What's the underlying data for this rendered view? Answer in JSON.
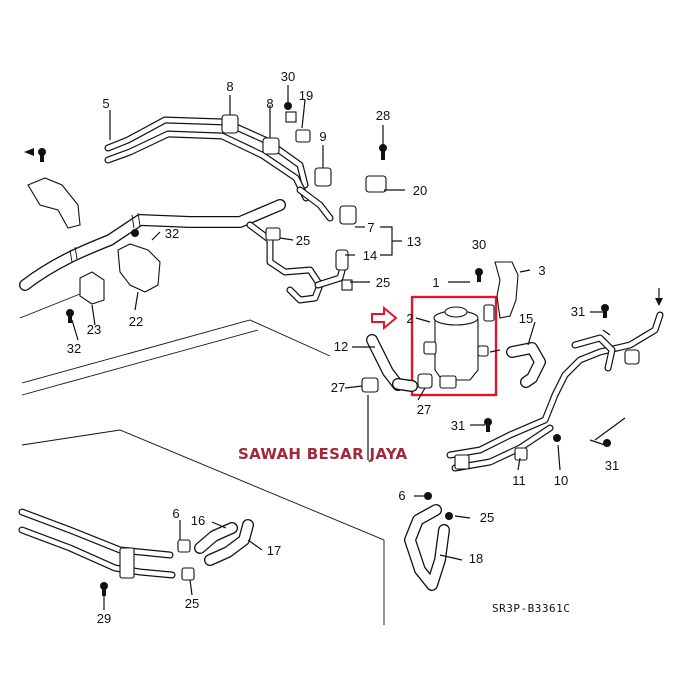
{
  "watermark": "SAWAH BESAR JAYA",
  "diagram_code": "SR3P-B3361C",
  "highlight_color": "#e0142a",
  "watermark_color": "#a0283a",
  "callouts": {
    "c1": "1",
    "c2": "2",
    "c3": "3",
    "c5": "5",
    "c6a": "6",
    "c6b": "6",
    "c7": "7",
    "c8a": "8",
    "c8b": "8",
    "c9": "9",
    "c10": "10",
    "c11": "11",
    "c12": "12",
    "c13": "13",
    "c14": "14",
    "c15": "15",
    "c16": "16",
    "c17": "17",
    "c18": "18",
    "c19": "19",
    "c20": "20",
    "c22": "22",
    "c23": "23",
    "c25a": "25",
    "c25b": "25",
    "c25c": "25",
    "c25d": "25",
    "c27a": "27",
    "c27b": "27",
    "c28": "28",
    "c29": "29",
    "c30a": "30",
    "c30b": "30",
    "c31a": "31",
    "c31b": "31",
    "c31c": "31",
    "c32a": "32",
    "c32b": "32"
  }
}
